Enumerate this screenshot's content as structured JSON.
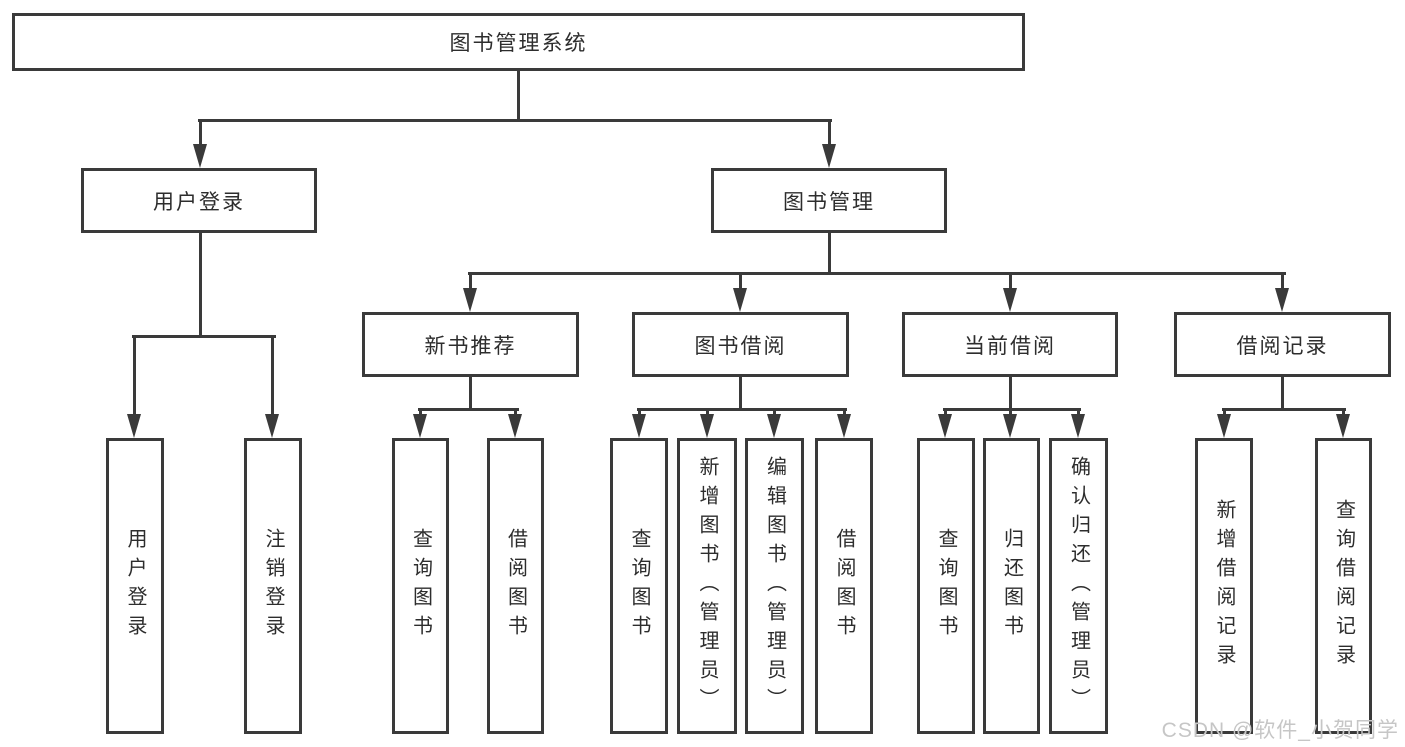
{
  "diagram": {
    "nodes": {
      "root": {
        "label": "图书管理系统"
      },
      "user_login": {
        "label": "用户登录"
      },
      "book_management": {
        "label": "图书管理"
      },
      "new_book_recommend": {
        "label": "新书推荐"
      },
      "book_borrowing": {
        "label": "图书借阅"
      },
      "current_borrowing": {
        "label": "当前借阅"
      },
      "borrowing_records": {
        "label": "借阅记录"
      },
      "login": {
        "label": "用户登录"
      },
      "logout": {
        "label": "注销登录"
      },
      "query_book_rec": {
        "label": "查询图书"
      },
      "borrow_book_rec": {
        "label": "借阅图书"
      },
      "query_book_borrow": {
        "label": "查询图书"
      },
      "add_book_admin": {
        "label": "新增图书（管理员）"
      },
      "edit_book_admin": {
        "label": "编辑图书（管理员）"
      },
      "borrow_book_borrow": {
        "label": "借阅图书"
      },
      "query_book_current": {
        "label": "查询图书"
      },
      "return_book": {
        "label": "归还图书"
      },
      "confirm_return_admin": {
        "label": "确认归还（管理员）"
      },
      "add_borrow_record": {
        "label": "新增借阅记录"
      },
      "query_borrow_record": {
        "label": "查询借阅记录"
      }
    },
    "colors": {
      "line": "#3a3a3a",
      "box_border": "#3a3a3a",
      "box_fill": "#ffffff",
      "text": "#2d2d2d",
      "watermark": "#c6c6c6",
      "background": "#ffffff"
    },
    "watermark": "CSDN @软件_小贺同学"
  }
}
